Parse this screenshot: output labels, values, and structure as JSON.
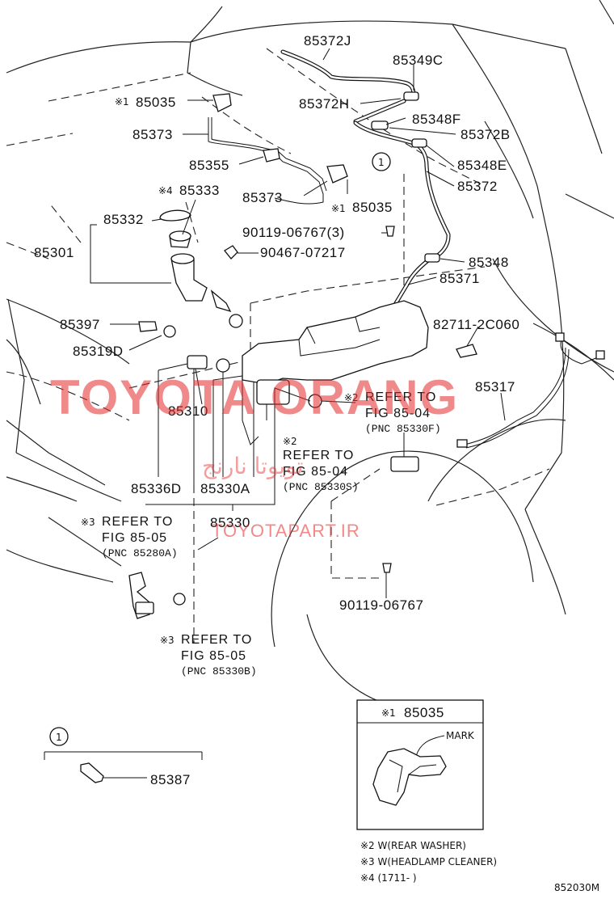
{
  "labels": {
    "p85372J": "85372J",
    "p85349C": "85349C",
    "p85035a": "85035",
    "p85372H": "85372H",
    "p85348F": "85348F",
    "p85373a": "85373",
    "p85372B": "85372B",
    "p85355": "85355",
    "p85348E": "85348E",
    "p85333": "85333",
    "p85373b": "85373",
    "p85035b": "85035",
    "p85372": "85372",
    "p85332": "85332",
    "p90119_3": "90119-06767(3)",
    "p85301": "85301",
    "p90467": "90467-07217",
    "p85348": "85348",
    "p85371": "85371",
    "p85397": "85397",
    "p82711": "82711-2C060",
    "p85319D": "85319D",
    "p85317": "85317",
    "p85310": "85310",
    "p85336D": "85336D",
    "p85330A": "85330A",
    "p85330": "85330",
    "p90119": "90119-06767",
    "p85387": "85387"
  },
  "marks": {
    "m1": "※1",
    "m2": "※2",
    "m3": "※3",
    "m4": "※4",
    "circle1": "1"
  },
  "refs": {
    "r1_line1": "REFER TO",
    "r1_line2": "FIG 85-04",
    "r1_line3": "(PNC 85330F)",
    "r2_line1": "REFER TO",
    "r2_line2": "FIG 85-04",
    "r2_line3": "(PNC 85330S)",
    "r3_line1": "REFER TO",
    "r3_line2": "FIG 85-05",
    "r3_line3": "(PNC 85280A)",
    "r4_line1": "REFER TO",
    "r4_line2": "FIG 85-05",
    "r4_line3": "(PNC 85330B)"
  },
  "inset": {
    "title": "85035",
    "mark_label": "MARK"
  },
  "notes": {
    "n2": "※2 W(REAR WASHER)",
    "n3": "※3 W(HEADLAMP CLEANER)",
    "n4": "※4 (1711-     )"
  },
  "figure_id": "852030M",
  "watermark": {
    "main": "TOYOTA ORANG",
    "url": "TOYOTAPART.IR",
    "fa": "تویوتا نارنج"
  },
  "colors": {
    "watermark": "#e52a2a",
    "ink": "#111111"
  }
}
